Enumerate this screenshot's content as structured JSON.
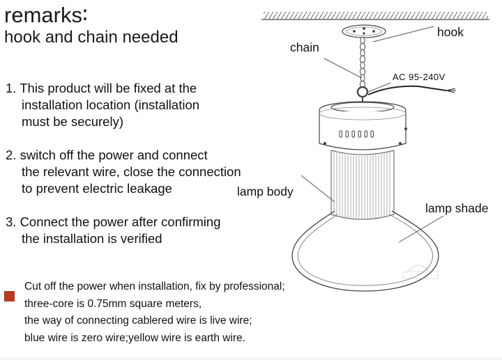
{
  "remarks": {
    "title": "remarks∶",
    "subtitle": "hook and chain needed"
  },
  "steps": [
    {
      "lines": [
        "1. This product will be fixed at the",
        "installation location  (installation",
        "must be securely)"
      ]
    },
    {
      "lines": [
        "2. switch off the power and connect",
        "the relevant wire, close the connection",
        "to prevent electric leakage"
      ]
    },
    {
      "lines": [
        "3. Connect the power after confirming",
        "the installation is verified"
      ]
    }
  ],
  "notes": [
    "Cut off the power when installation, fix by professional;",
    "three-core is 0.75mm square meters,",
    "the way of connecting cablered wire is live wire;",
    "blue wire is zero wire;yellow wire is earth wire."
  ],
  "diagram": {
    "labels": {
      "hook": "hook",
      "chain": "chain",
      "voltage": "AC 95-240V",
      "lamp_body": "lamp body",
      "lamp_shade": "lamp shade"
    },
    "colors": {
      "bullet": "#b83a1f",
      "line": "#444444"
    }
  }
}
